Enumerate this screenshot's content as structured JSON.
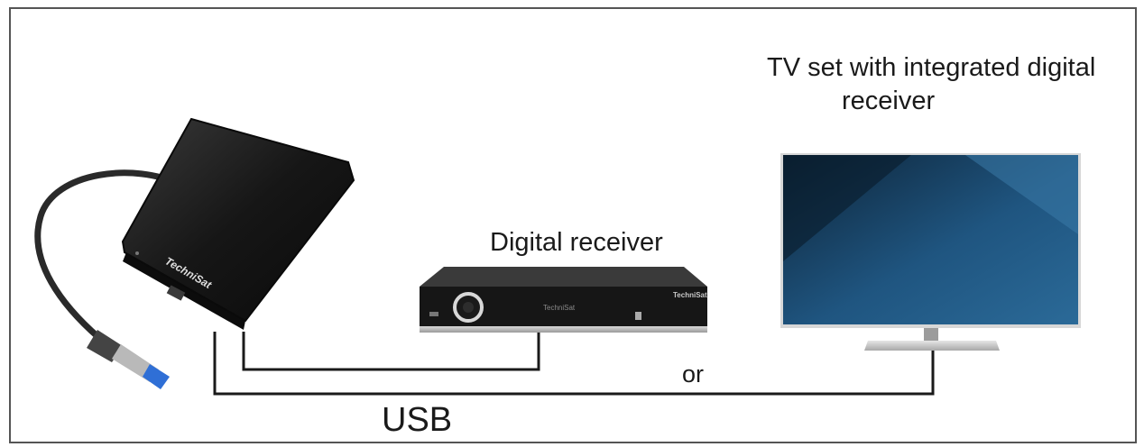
{
  "labels": {
    "tv_line1": "TV set with integrated digital",
    "tv_line2": "receiver",
    "receiver": "Digital receiver",
    "or": "or",
    "usb": "USB"
  },
  "devices": {
    "hdd_brand": "TechniSat",
    "receiver_brand": "TechniSat",
    "receiver_display": "TechniSat"
  },
  "icons": [
    "external-hard-drive-icon",
    "usb-plug-icon",
    "set-top-box-icon",
    "television-icon"
  ],
  "colors": {
    "line": "#1a1a1a",
    "frame": "#555555",
    "hdd_body": "#141414",
    "tv_screen": "#1e4f7a",
    "usb_blue": "#2f6fd6"
  }
}
